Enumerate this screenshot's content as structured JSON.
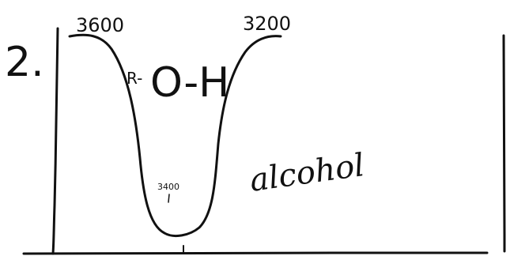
{
  "problem_number": "2.",
  "peak": {
    "left_wavenumber": "3600",
    "right_wavenumber": "3200",
    "center_wavenumber": "3400"
  },
  "functional_group": {
    "r_prefix": "R-",
    "formula": "O-H",
    "name": "alcohol"
  },
  "colors": {
    "ink": "#111111",
    "paper": "#ffffff"
  }
}
